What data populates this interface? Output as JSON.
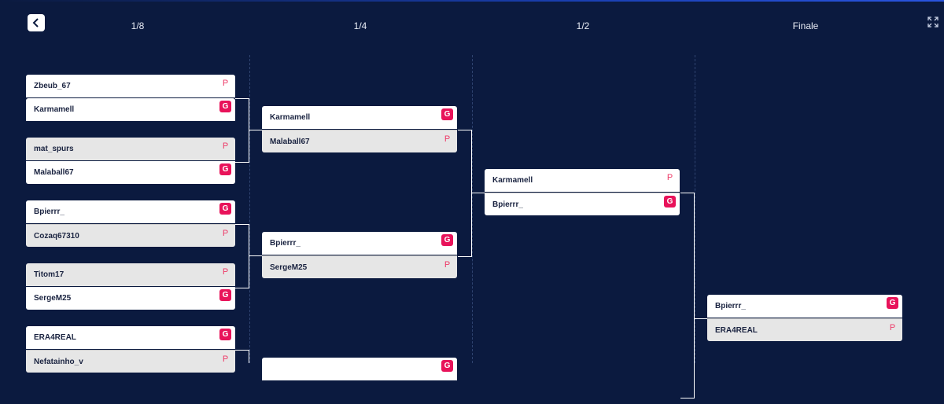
{
  "header": {
    "rounds": [
      "1/8",
      "1/4",
      "1/2",
      "Finale"
    ]
  },
  "result_codes": {
    "win": "G",
    "loss": "P"
  },
  "bracket": {
    "round_of_16": [
      {
        "p1": {
          "name": "Zbeub_67",
          "res": "P"
        },
        "p2": {
          "name": "Karmamell",
          "res": "G"
        }
      },
      {
        "p1": {
          "name": "mat_spurs",
          "res": "P"
        },
        "p2": {
          "name": "Malaball67",
          "res": "G"
        }
      },
      {
        "p1": {
          "name": "Bpierrr_",
          "res": "G"
        },
        "p2": {
          "name": "Cozaq67310",
          "res": "P"
        }
      },
      {
        "p1": {
          "name": "Titom17",
          "res": "P"
        },
        "p2": {
          "name": "SergeM25",
          "res": "G"
        }
      },
      {
        "p1": {
          "name": "ERA4REAL",
          "res": "G"
        },
        "p2": {
          "name": "Nefatainho_v",
          "res": "P"
        }
      }
    ],
    "quarter_finals": [
      {
        "p1": {
          "name": "Karmamell",
          "res": "G"
        },
        "p2": {
          "name": "Malaball67",
          "res": "P"
        }
      },
      {
        "p1": {
          "name": "Bpierrr_",
          "res": "G"
        },
        "p2": {
          "name": "SergeM25",
          "res": "P"
        }
      },
      {
        "p1": {
          "name": "",
          "res": "G"
        },
        "p2": {
          "name": "",
          "res": ""
        }
      }
    ],
    "semi_finals": [
      {
        "p1": {
          "name": "Karmamell",
          "res": "P"
        },
        "p2": {
          "name": "Bpierrr_",
          "res": "G"
        }
      }
    ],
    "final": [
      {
        "p1": {
          "name": "Bpierrr_",
          "res": "G"
        },
        "p2": {
          "name": "ERA4REAL",
          "res": "P"
        }
      }
    ]
  },
  "icons": {
    "back": "chevron-left-icon",
    "expand": "expand-icon"
  }
}
